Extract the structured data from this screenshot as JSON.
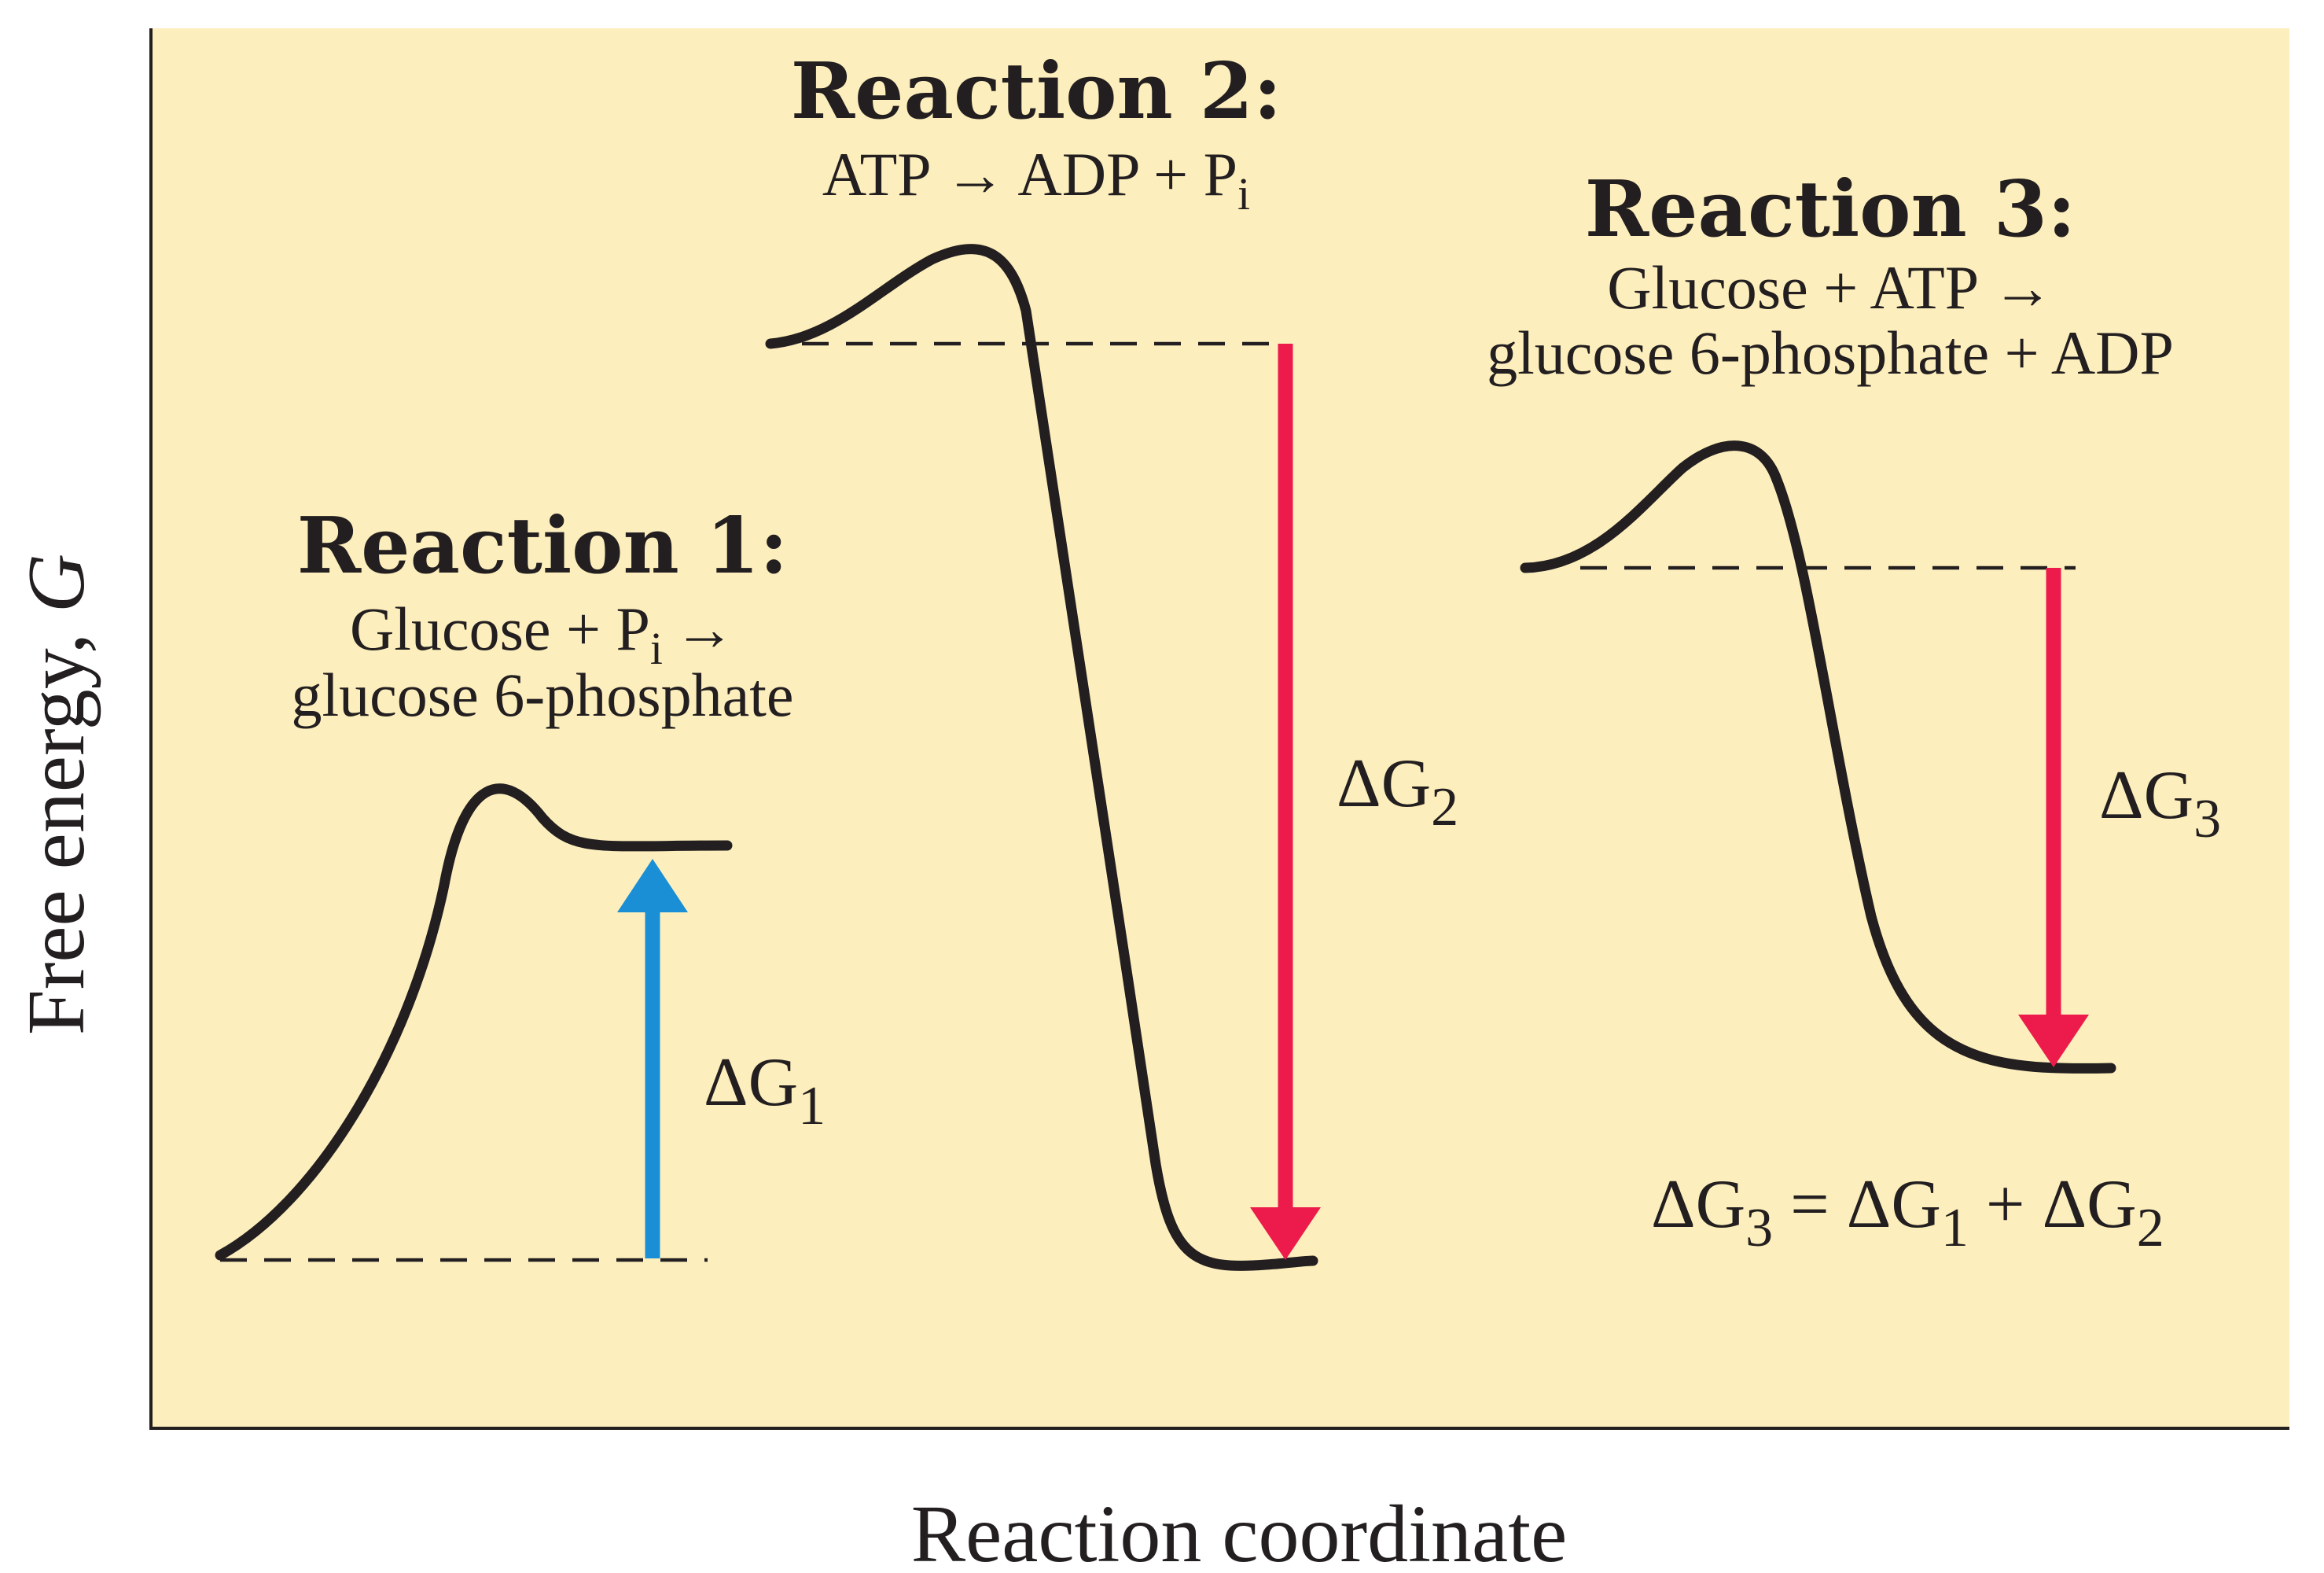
{
  "axes": {
    "x_label": "Reaction coordinate",
    "y_label": "Free energy, ",
    "y_label_symbol": "G"
  },
  "reactions": [
    {
      "title": "Reaction 1:",
      "line1": "Glucose + P",
      "line1_sub": "i",
      "line1_tail": "→",
      "line2": "glucose 6-phosphate",
      "delta_label": "ΔG",
      "delta_sub": "1",
      "arrow_direction": "up",
      "arrow_color": "#1a8fd6"
    },
    {
      "title": "Reaction 2:",
      "line1": "ATP → ADP + P",
      "line1_sub": "i",
      "delta_label": "ΔG",
      "delta_sub": "2",
      "arrow_direction": "down",
      "arrow_color": "#ec1b4b"
    },
    {
      "title": "Reaction 3:",
      "line1": "Glucose + ATP →",
      "line2": "glucose 6-phosphate + ADP",
      "delta_label": "ΔG",
      "delta_sub": "3",
      "arrow_direction": "down",
      "arrow_color": "#ec1b4b"
    }
  ],
  "equation": {
    "lhs": "ΔG",
    "lhs_sub": "3",
    "eq": " = ",
    "t1": "ΔG",
    "t1_sub": "1",
    "plus": " + ",
    "t2": "ΔG",
    "t2_sub": "2"
  },
  "colors": {
    "background": "#fdefbd",
    "curve": "#231f20",
    "up_arrow": "#1a8fd6",
    "down_arrow": "#ec1b4b"
  }
}
